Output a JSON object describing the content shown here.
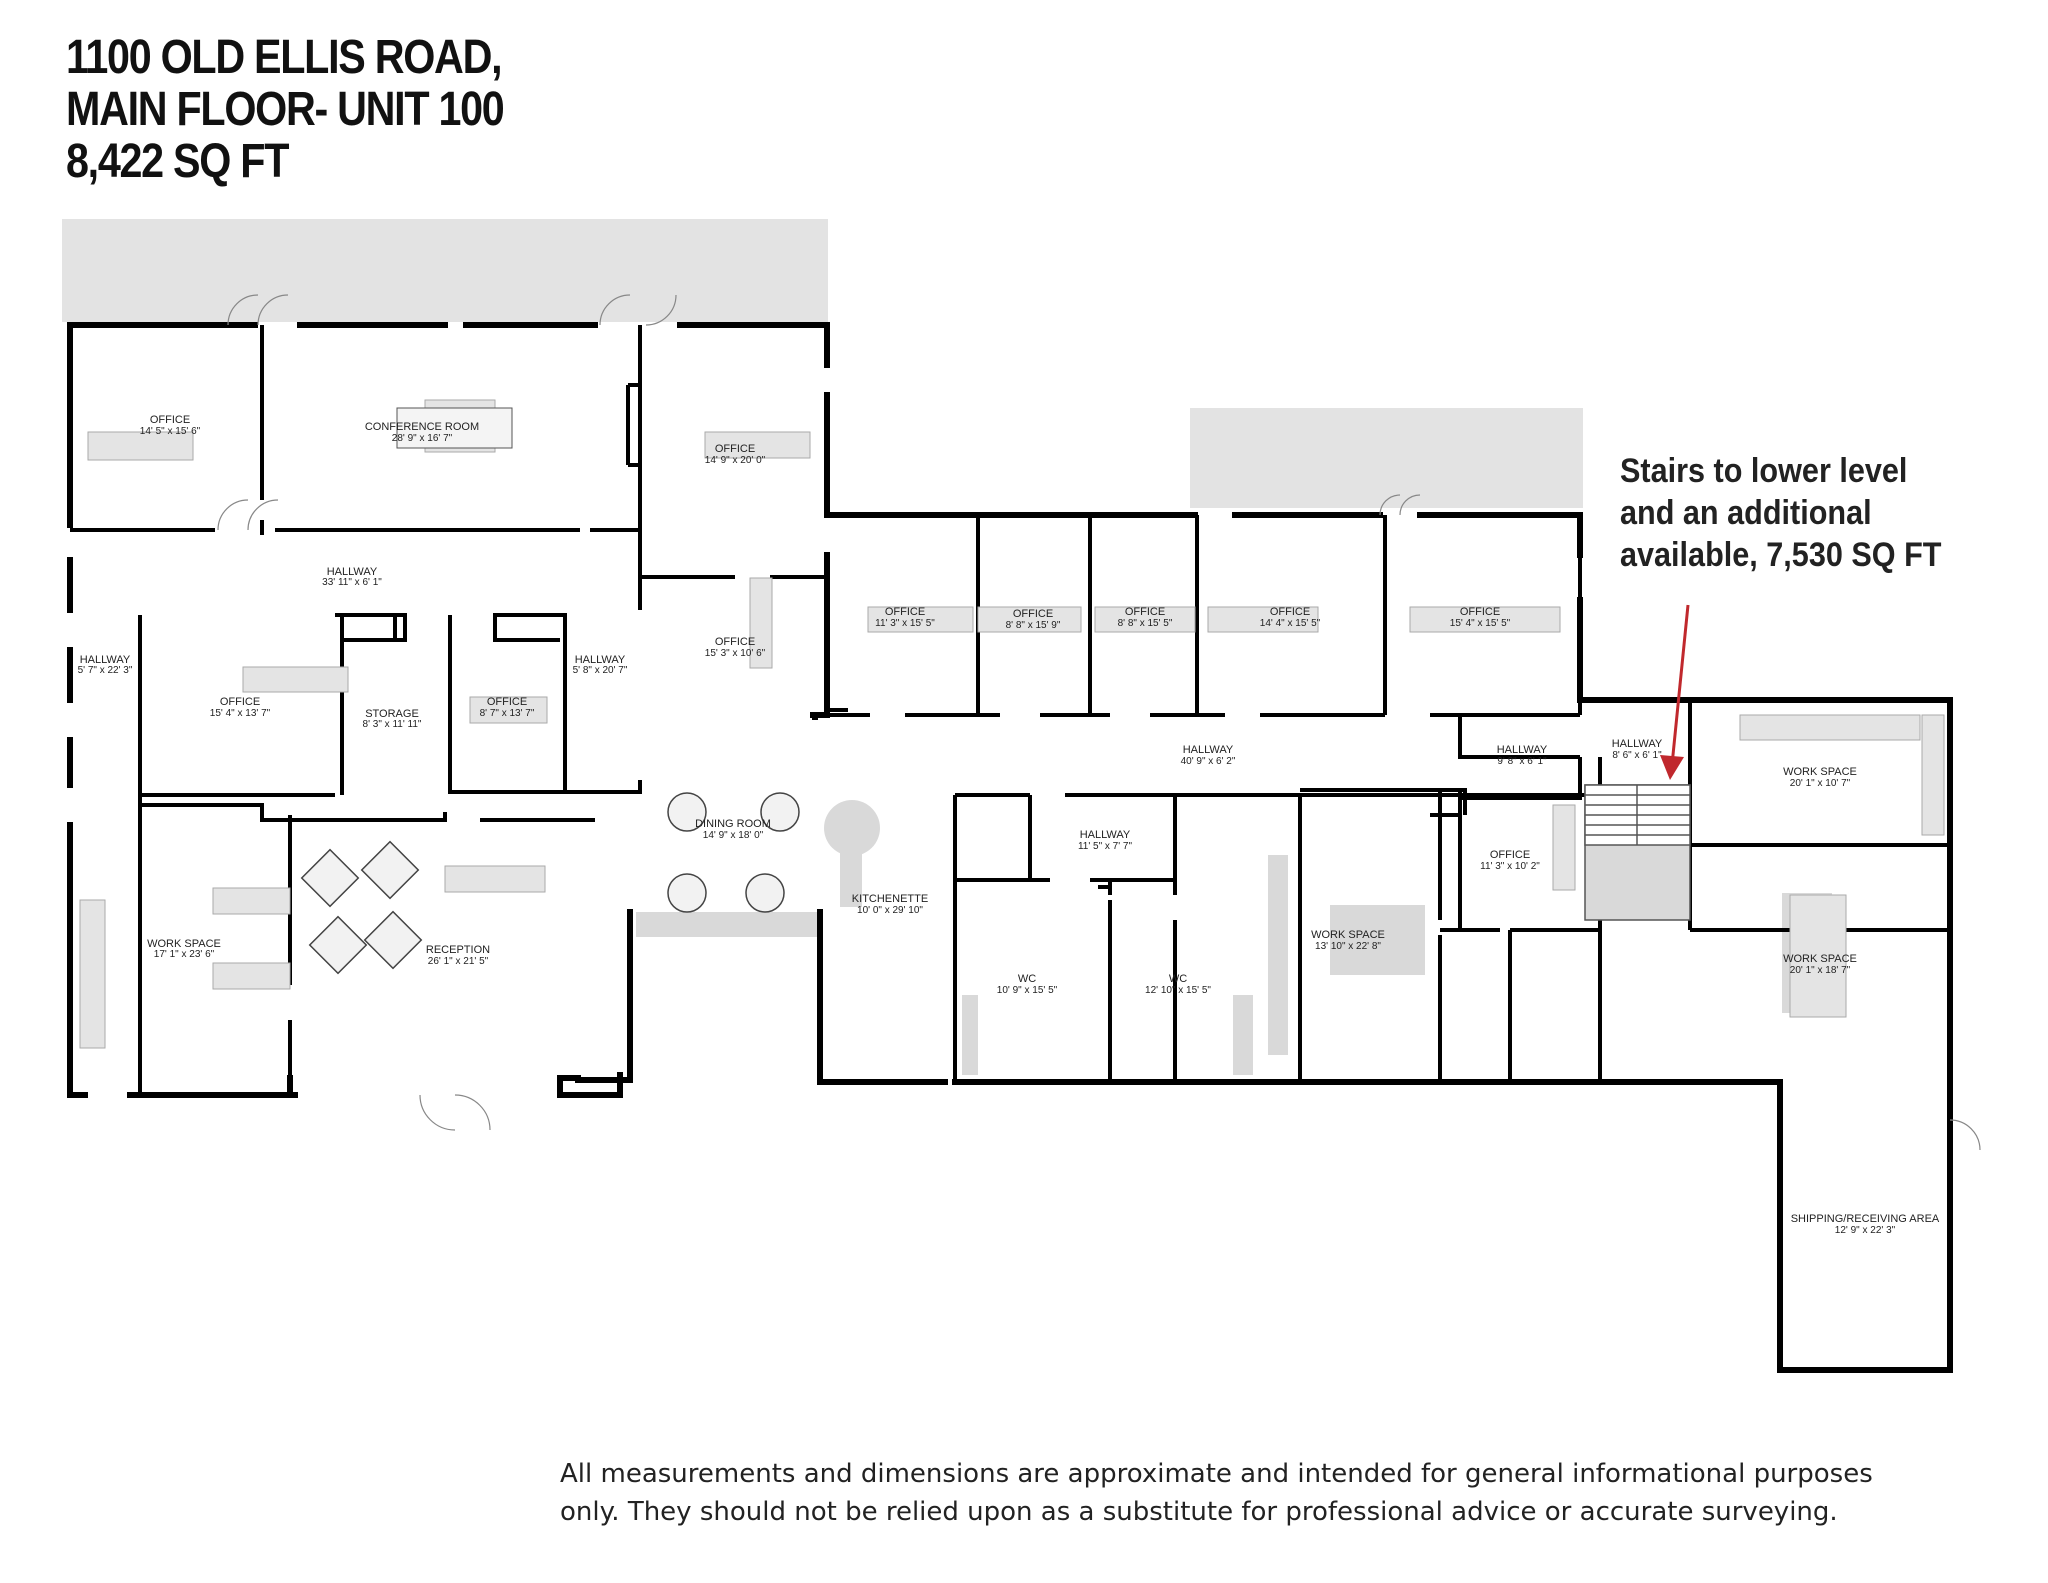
{
  "header": {
    "title_line1": "1100 OLD ELLIS ROAD,",
    "title_line2": "MAIN FLOOR- UNIT 100",
    "title_line3": "8,422 SQ FT"
  },
  "callout": {
    "line1": "Stairs to lower level",
    "line2": "and an additional",
    "line3": "available, 7,530 SQ FT",
    "arrow_color": "#c0282d"
  },
  "disclaimer": {
    "line1": "All measurements and dimensions are approximate and intended for general informational purposes",
    "line2": "only. They should not be relied upon as a substitute for professional advice or accurate surveying."
  },
  "rooms": {
    "office_1": {
      "name": "OFFICE",
      "dim": "14' 5\" x 15' 6\""
    },
    "conference": {
      "name": "CONFERENCE ROOM",
      "dim": "28' 9\" x 16' 7\""
    },
    "office_2": {
      "name": "OFFICE",
      "dim": "14' 9\" x 20' 0\""
    },
    "hallway_1": {
      "name": "HALLWAY",
      "dim": "33' 11\" x 6' 1\""
    },
    "hallway_left": {
      "name": "HALLWAY",
      "dim": "5' 7\" x 22' 3\""
    },
    "office_3": {
      "name": "OFFICE",
      "dim": "15' 4\" x 13' 7\""
    },
    "storage": {
      "name": "STORAGE",
      "dim": "8' 3\" x 11' 11\""
    },
    "office_4": {
      "name": "OFFICE",
      "dim": "8' 7\" x 13' 7\""
    },
    "hallway_2": {
      "name": "HALLWAY",
      "dim": "5' 8\" x 20' 7\""
    },
    "office_5": {
      "name": "OFFICE",
      "dim": "15' 3\" x 10' 6\""
    },
    "office_6": {
      "name": "OFFICE",
      "dim": "11' 3\" x 15' 5\""
    },
    "office_7": {
      "name": "OFFICE",
      "dim": "8' 8\" x 15' 9\""
    },
    "office_8": {
      "name": "OFFICE",
      "dim": "8' 8\" x 15' 5\""
    },
    "office_9": {
      "name": "OFFICE",
      "dim": "14' 4\" x 15' 5\""
    },
    "office_10": {
      "name": "OFFICE",
      "dim": "15' 4\" x 15' 5\""
    },
    "hallway_3": {
      "name": "HALLWAY",
      "dim": "40' 9\" x 6' 2\""
    },
    "hallway_4": {
      "name": "HALLWAY",
      "dim": "9' 8\" x 6' 1\""
    },
    "hallway_5": {
      "name": "HALLWAY",
      "dim": "8' 6\" x 6' 1\""
    },
    "work_space_1": {
      "name": "WORK SPACE",
      "dim": "20' 1\" x 10' 7\""
    },
    "dining": {
      "name": "DINING ROOM",
      "dim": "14' 9\" x 18' 0\""
    },
    "hallway_6": {
      "name": "HALLWAY",
      "dim": "11' 5\" x 7' 7\""
    },
    "office_11": {
      "name": "OFFICE",
      "dim": "11' 3\" x 10' 2\""
    },
    "work_space_2": {
      "name": "WORK SPACE",
      "dim": "17' 1\" x 23' 6\""
    },
    "reception": {
      "name": "RECEPTION",
      "dim": "26' 1\" x 21' 5\""
    },
    "kitchenette": {
      "name": "KITCHENETTE",
      "dim": "10' 0\" x 29' 10\""
    },
    "wc_1": {
      "name": "WC",
      "dim": "10' 9\" x 15' 5\""
    },
    "wc_2": {
      "name": "WC",
      "dim": "12' 10\" x 15' 5\""
    },
    "work_space_3": {
      "name": "WORK SPACE",
      "dim": "13' 10\" x 22' 8\""
    },
    "work_space_4": {
      "name": "WORK SPACE",
      "dim": "20' 1\" x 18' 7\""
    },
    "shipping": {
      "name": "SHIPPING/RECEIVING AREA",
      "dim": "12' 9\" x 22' 3\""
    }
  }
}
